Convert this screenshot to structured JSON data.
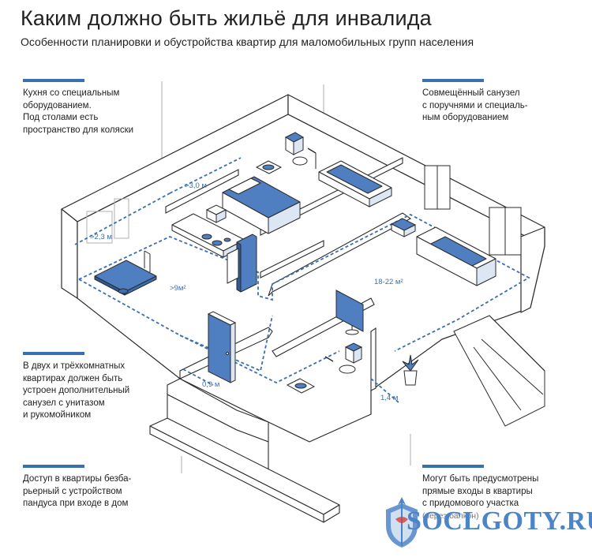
{
  "header": {
    "title": "Каким должно быть жильё для инвалида",
    "subtitle": "Особенности планировки и обустройства квартир для маломобильных групп населения"
  },
  "callouts": {
    "kitchen": [
      "Кухня со специальным",
      "оборудованием.",
      "Под столами есть",
      "пространство для коляски"
    ],
    "bathroom": [
      "Совмещённый санузел",
      "с поручнями и специаль-",
      "ным оборудованием"
    ],
    "extra_wc": [
      "В двух и трёхкомнатных",
      "квартирах должен быть",
      "устроен дополнительный",
      "санузел с унитазом",
      "и рукомойником"
    ],
    "ramp": [
      "Доступ в квартиры безба-",
      "рьерный с устройством",
      "пандуса при входе в дом"
    ],
    "direct_entry": [
      "Могут быть предусмотрены",
      "прямые входы в квартиры",
      "с придомового участка"
    ],
    "direct_entry_note": "(через балкон)"
  },
  "dimensions": {
    "ceiling_kitchen": ">3,0 м",
    "ceiling_left": ">2,3 м",
    "kitchen_area": ">9м²",
    "room_area": "18-22 м²",
    "door_width": "0,9 м",
    "passage_width": "1,4 м"
  },
  "brand": {
    "site": "SOCLGOTY.RU",
    "accent": "#3a6fb0",
    "furniture_blue": "#4f7fc0"
  }
}
